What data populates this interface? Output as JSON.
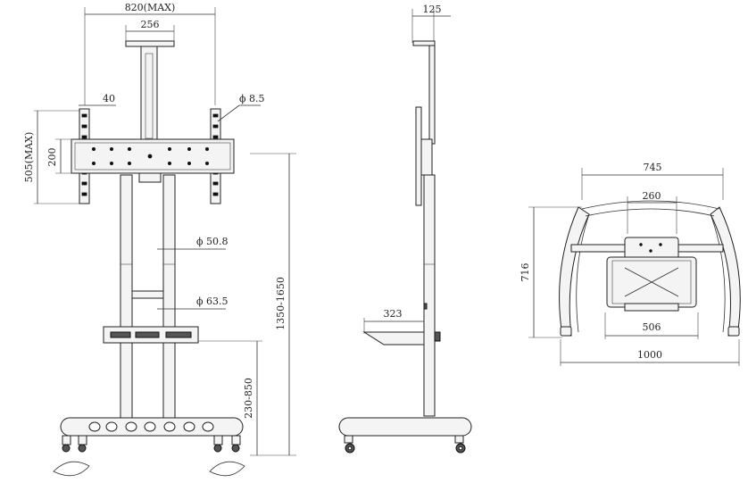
{
  "dimensions": {
    "front_width_max": "820(MAX)",
    "front_top_plate": "256",
    "front_bracket_offset": "40",
    "front_bolt_dia": "ϕ 8.5",
    "front_height_max": "505(MAX)",
    "front_hole_spacing": "200",
    "front_pole_dia_upper": "ϕ 50.8",
    "front_pole_dia_lower": "ϕ 63.5",
    "total_height_range": "1350-1650",
    "shelf_height_range": "230-850",
    "side_top_depth": "125",
    "side_shelf_depth": "323",
    "base_top_width": "745",
    "base_center_width": "260",
    "base_depth": "716",
    "base_inner_width": "506",
    "base_total_width": "1000"
  },
  "colors": {
    "line": "#333333",
    "fill": "#f4f4f4",
    "dark": "#555555"
  }
}
